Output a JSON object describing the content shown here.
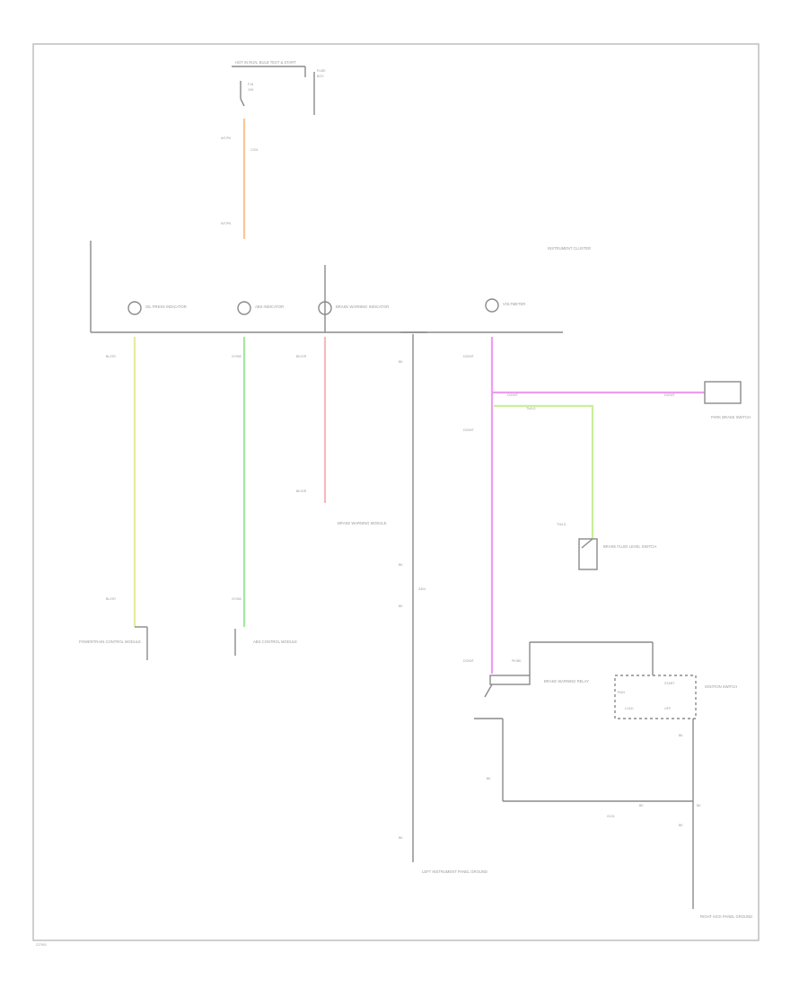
{
  "colors": {
    "orange_wire": "#f8c79a",
    "yellow_wire": "#e6eb9c",
    "green_wire": "#a6e6a0",
    "pink_wire": "#f7b7c0",
    "magenta_wire": "#ef9cf2",
    "lightgreen_wire": "#c9f098",
    "black_wire": "#8a8a8a"
  },
  "labels": {
    "top_fuse": "HOT IN RUN, BULB TEST & START",
    "ipc_note": "INSTRUMENT CLUSTER",
    "cluster": "INSTRUMENT CLUSTER",
    "ind_oil": "OIL PRESS INDICATOR",
    "ind_abs": "ABS INDICATOR",
    "ind_brake": "BRAKE WARNING INDICATOR",
    "ind_volt": "VOLTMETER",
    "pcm": "POWERTRAIN CONTROL MODULE",
    "abs_mod": "ABS CONTROL MODULE",
    "brake_mod": "BRAKE WARNING MODULE",
    "ccd": "PARK BRAKE SWITCH",
    "fluid": "BRAKE FLUID LEVEL SWITCH",
    "relay": "BRAKE WARNING RELAY",
    "switch": "IGNITION SWITCH",
    "ground_left": "LEFT INSTRUMENT PANEL GROUND",
    "ground_right": "RIGHT KICK PANEL GROUND",
    "footer": "ZJ7901"
  }
}
